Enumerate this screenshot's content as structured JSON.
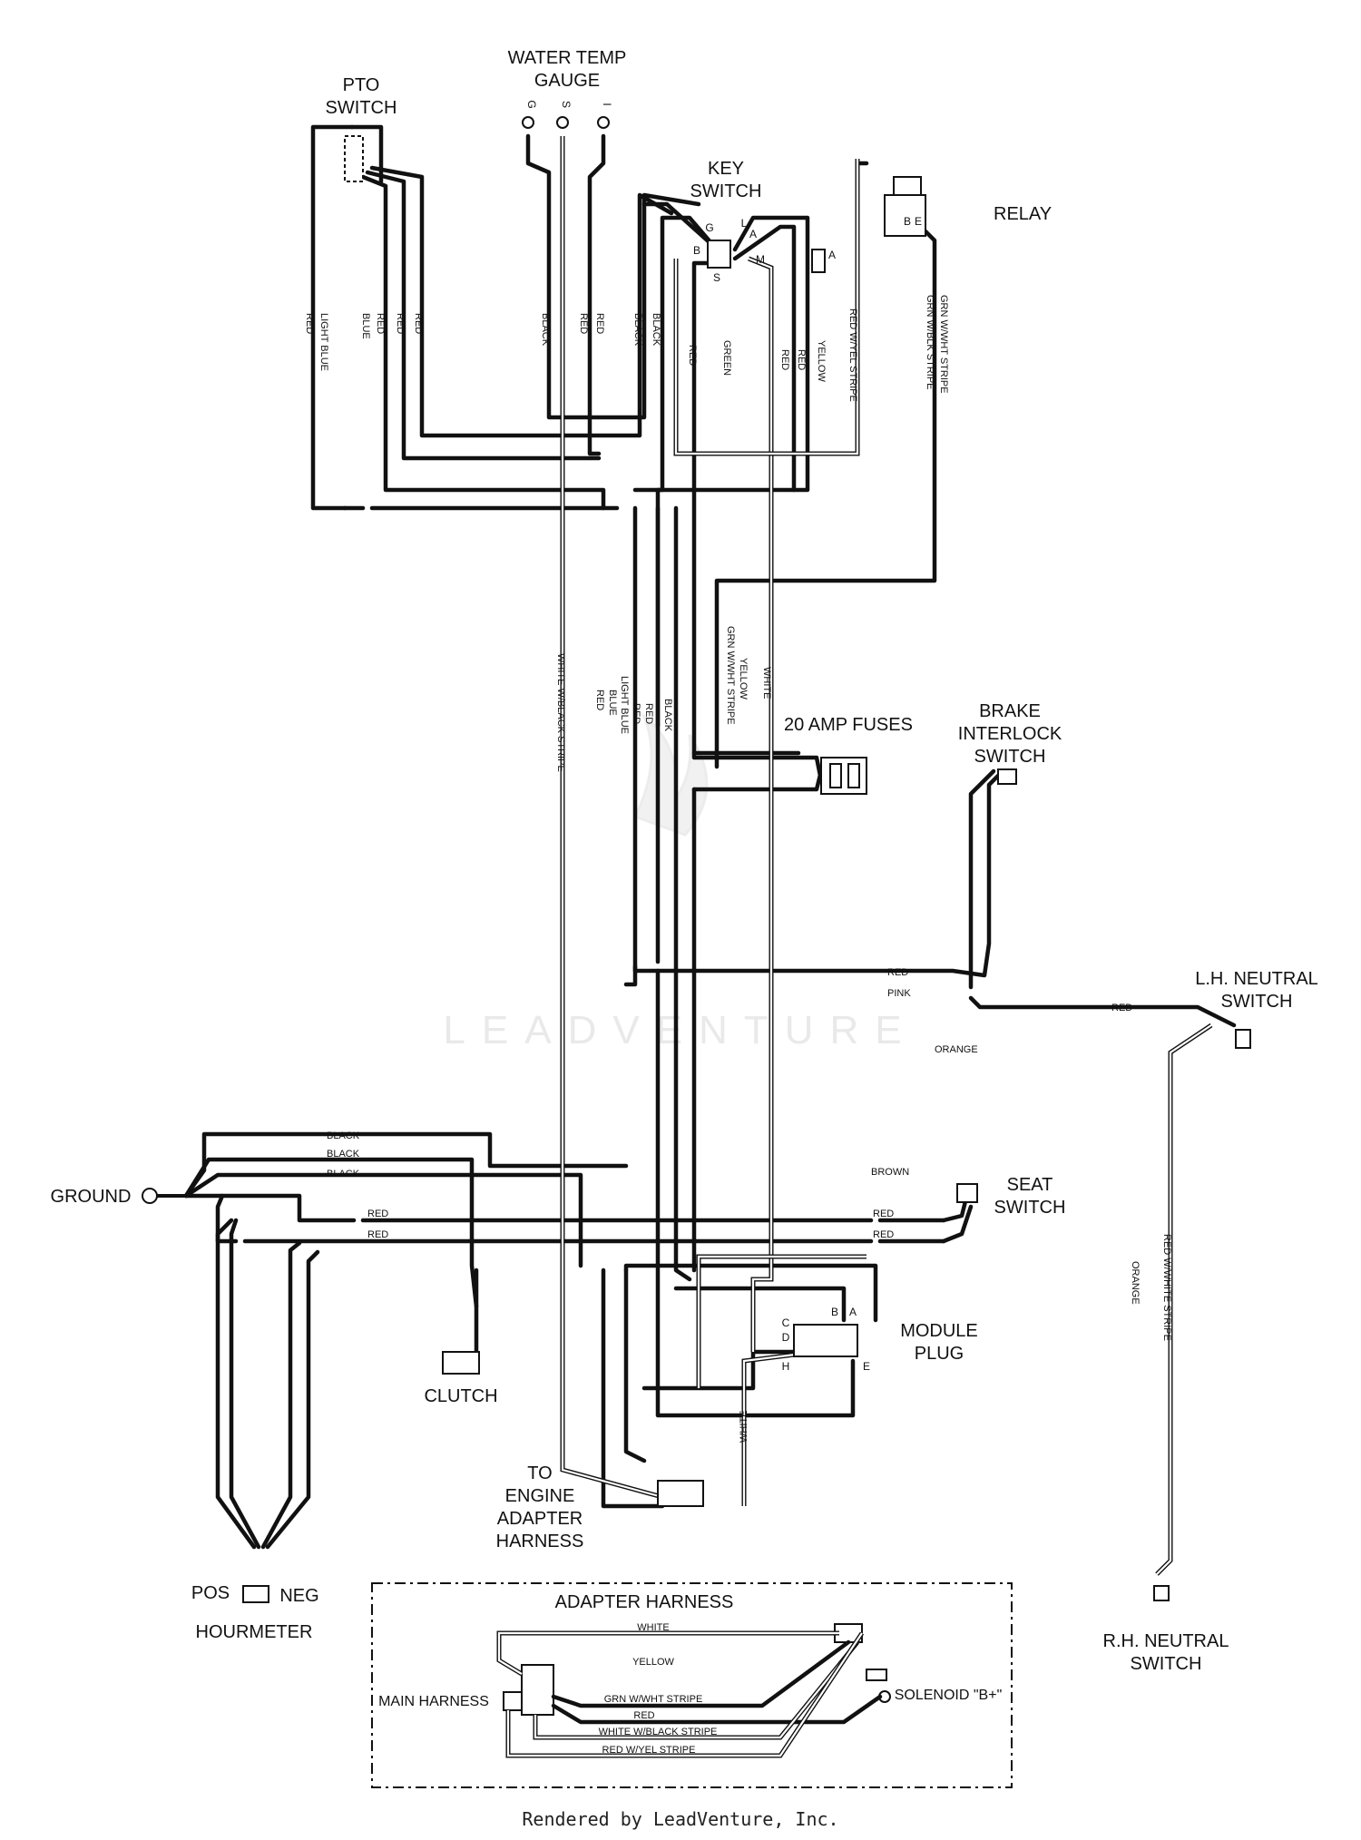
{
  "components": {
    "water_temp_gauge": {
      "title_1": "WATER TEMP",
      "title_2": "GAUGE",
      "pins": [
        "G",
        "S",
        "I"
      ]
    },
    "pto_switch": {
      "title_1": "PTO",
      "title_2": "SWITCH"
    },
    "key_switch": {
      "title_1": "KEY",
      "title_2": "SWITCH",
      "pins": [
        "G",
        "B",
        "S",
        "L",
        "A",
        "M"
      ]
    },
    "key_connector": {
      "pin": "A"
    },
    "relay": {
      "title": "RELAY",
      "pins": [
        "B",
        "E"
      ]
    },
    "fuses": {
      "title": "20 AMP FUSES"
    },
    "brake_switch": {
      "title_1": "BRAKE",
      "title_2": "INTERLOCK",
      "title_3": "SWITCH"
    },
    "lh_neutral": {
      "title_1": "L.H. NEUTRAL",
      "title_2": "SWITCH"
    },
    "rh_neutral": {
      "title_1": "R.H. NEUTRAL",
      "title_2": "SWITCH"
    },
    "seat_switch": {
      "title_1": "SEAT",
      "title_2": "SWITCH"
    },
    "ground": {
      "title": "GROUND"
    },
    "clutch": {
      "title": "CLUTCH"
    },
    "module_plug": {
      "title_1": "MODULE",
      "title_2": "PLUG",
      "pins": [
        "B",
        "A",
        "C",
        "D",
        "H",
        "E"
      ]
    },
    "engine_adapter": {
      "title_1": "TO",
      "title_2": "ENGINE",
      "title_3": "ADAPTER",
      "title_4": "HARNESS"
    },
    "hourmeter": {
      "title": "HOURMETER",
      "pos": "POS",
      "neg": "NEG"
    },
    "adapter_harness": {
      "title": "ADAPTER HARNESS",
      "main_harness": "MAIN HARNESS",
      "solenoid": "SOLENOID \"B+\""
    }
  },
  "wire_labels": {
    "red": "RED",
    "light_blue": "LIGHT BLUE",
    "blue": "BLUE",
    "black": "BLACK",
    "green": "GREEN",
    "yellow": "YELLOW",
    "red_yel": "RED W/YEL STRIPE",
    "grn_blk": "GRN W/BLK STRIPE",
    "grn_wht": "GRN W/WHT STRIPE",
    "white": "WHITE",
    "white_black": "WHITE W/BLACK STRIPE",
    "pink": "PINK",
    "orange": "ORANGE",
    "brown": "BROWN",
    "red_white": "RED W/WHITE STRIPE",
    "grn_wht_ah": "GRN W/WHT STRIPE",
    "white_black_ah": "WHITE W/BLACK STRIPE",
    "red_yel_ah": "RED W/YEL STRIPE"
  },
  "watermark": "LEADVENTURE",
  "footer": "Rendered by LeadVenture, Inc."
}
